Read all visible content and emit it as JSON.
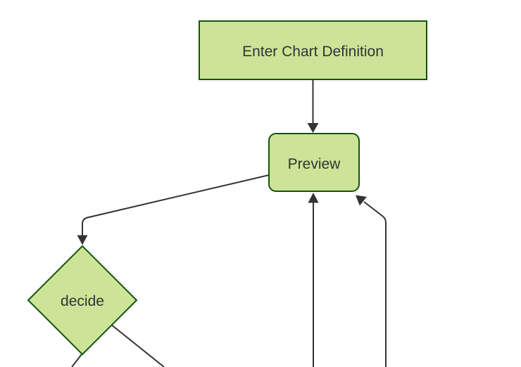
{
  "diagram": {
    "type": "flowchart",
    "direction": "top-down",
    "colors": {
      "canvas-bg": "#ffffff",
      "node-fill": "#cde498",
      "node-stroke": "#13540c",
      "edge-color": "#333333",
      "text-color": "#333333"
    },
    "nodes": [
      {
        "id": "A",
        "label": "Enter Chart Definition",
        "shape": "rectangle"
      },
      {
        "id": "B",
        "label": "Preview",
        "shape": "rounded-rectangle"
      },
      {
        "id": "C",
        "label": "decide",
        "shape": "diamond"
      }
    ],
    "edges": [
      {
        "id": "A-B",
        "from": "A",
        "to": "B",
        "arrowhead": "triangle"
      },
      {
        "id": "B-C",
        "from": "B",
        "to": "C",
        "arrowhead": "triangle"
      },
      {
        "id": "C-offscreen-left",
        "from": "C",
        "to": "offscreen-bottom",
        "arrowhead": "offscreen"
      },
      {
        "id": "C-offscreen-right",
        "from": "C",
        "to": "offscreen-bottom",
        "arrowhead": "offscreen"
      },
      {
        "id": "offscreen-B-center",
        "from": "offscreen-bottom",
        "to": "B",
        "arrowhead": "triangle"
      },
      {
        "id": "offscreen-B-right",
        "from": "offscreen-bottom",
        "to": "B",
        "arrowhead": "triangle"
      }
    ]
  }
}
